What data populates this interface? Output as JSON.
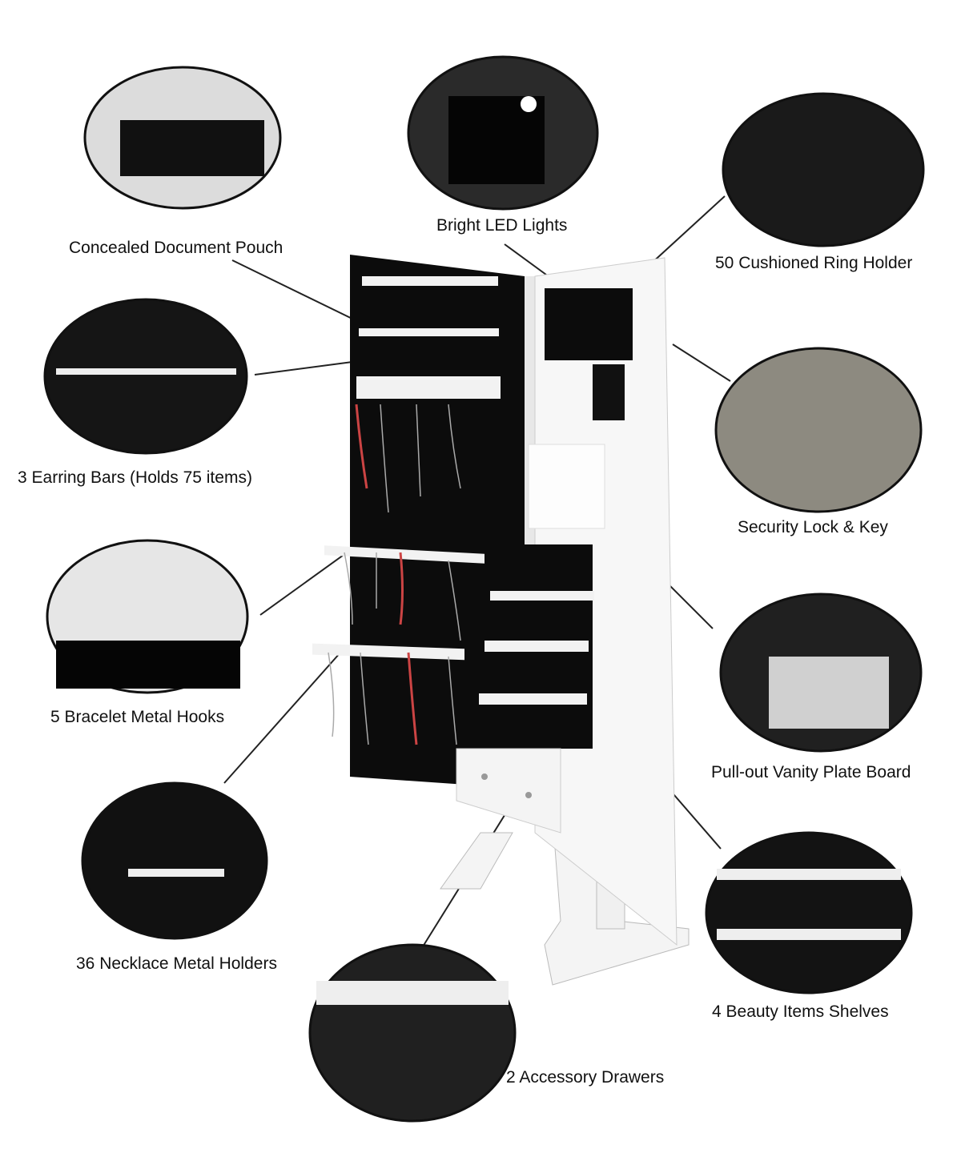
{
  "features": [
    {
      "id": "document-pouch",
      "label": "Concealed Document Pouch"
    },
    {
      "id": "led-lights",
      "label": "Bright LED Lights"
    },
    {
      "id": "ring-holder",
      "label": "50 Cushioned Ring Holder"
    },
    {
      "id": "earring-bars",
      "label": "3 Earring Bars (Holds 75 items)"
    },
    {
      "id": "security-lock",
      "label": "Security Lock & Key"
    },
    {
      "id": "bracelet-hooks",
      "label": "5 Bracelet Metal Hooks"
    },
    {
      "id": "vanity-board",
      "label": "Pull-out Vanity Plate Board"
    },
    {
      "id": "necklace-holders",
      "label": "36 Necklace Metal Holders"
    },
    {
      "id": "beauty-shelves",
      "label": "4 Beauty Items Shelves"
    },
    {
      "id": "accessory-drawers",
      "label": "2 Accessory Drawers"
    }
  ],
  "colors": {
    "panel": "#0c0c0c",
    "cabinet": "#f4f4f4",
    "outline": "#111111"
  }
}
